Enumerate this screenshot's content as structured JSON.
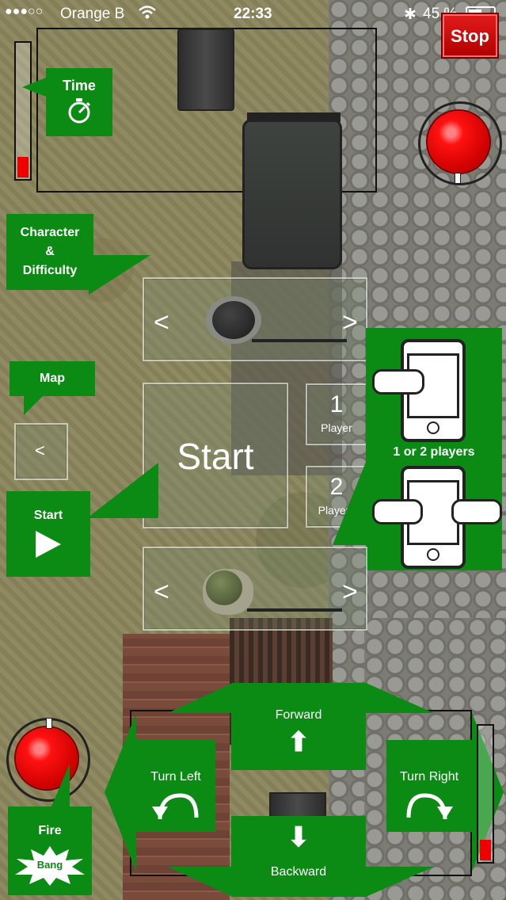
{
  "status": {
    "signal": "●●●○○",
    "carrier": "Orange B",
    "wifi_icon": "wifi-icon",
    "time": "22:33",
    "bluetooth": "✱",
    "battery_pct": "45 %"
  },
  "hud": {
    "stop_label": "Stop",
    "time_fraction": 0.15,
    "power_fraction": 0.15
  },
  "help": {
    "time_label": "Time",
    "character_lines": [
      "Character",
      "&",
      "Difficulty"
    ],
    "map_label": "Map",
    "start_label": "Start",
    "players_label": "1 or 2 players",
    "fire_label": "Fire",
    "bang_label": "Bang",
    "forward_label": "Forward",
    "backward_label": "Backward",
    "turn_left_label": "Turn Left",
    "turn_right_label": "Turn Right"
  },
  "menu": {
    "prev_symbol": "<",
    "next_symbol": ">",
    "start_button": "Start",
    "one_number": "1",
    "one_label": "Player",
    "two_number": "2",
    "two_label": "Players"
  },
  "colors": {
    "help_green": "#0b8a14",
    "stop_red": "#d40000",
    "fire_red": "#ee1111"
  }
}
